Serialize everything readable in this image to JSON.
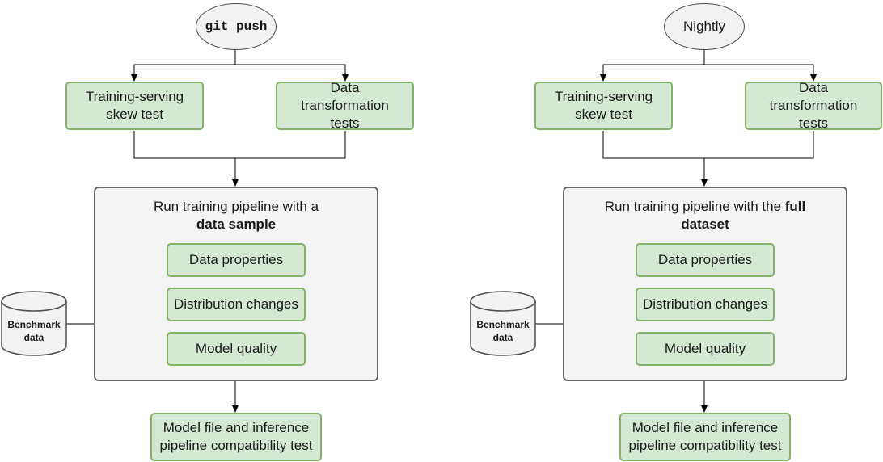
{
  "left": {
    "trigger": "git push",
    "skew_test": "Training-serving skew test",
    "transform_tests": "Data transformation tests",
    "pipeline_title_prefix": "Run training pipeline with a ",
    "pipeline_title_bold": "data sample",
    "data_properties": "Data properties",
    "distribution_changes": "Distribution changes",
    "model_quality": "Model quality",
    "benchmark": "Benchmark data",
    "compat_test": "Model file and inference pipeline compatibility test"
  },
  "right": {
    "trigger": "Nightly",
    "skew_test": "Training-serving skew test",
    "transform_tests": "Data transformation tests",
    "pipeline_title_prefix": "Run training pipeline with the ",
    "pipeline_title_bold": "full dataset",
    "data_properties": "Data properties",
    "distribution_changes": "Distribution changes",
    "model_quality": "Model quality",
    "benchmark": "Benchmark data",
    "compat_test": "Model file and inference pipeline compatibility test"
  },
  "colors": {
    "test_fill": "#d5e8d4",
    "test_border": "#82b366",
    "panel_fill": "#f4f4f4",
    "panel_border": "#666666",
    "trigger_fill": "#f2f2f2"
  }
}
